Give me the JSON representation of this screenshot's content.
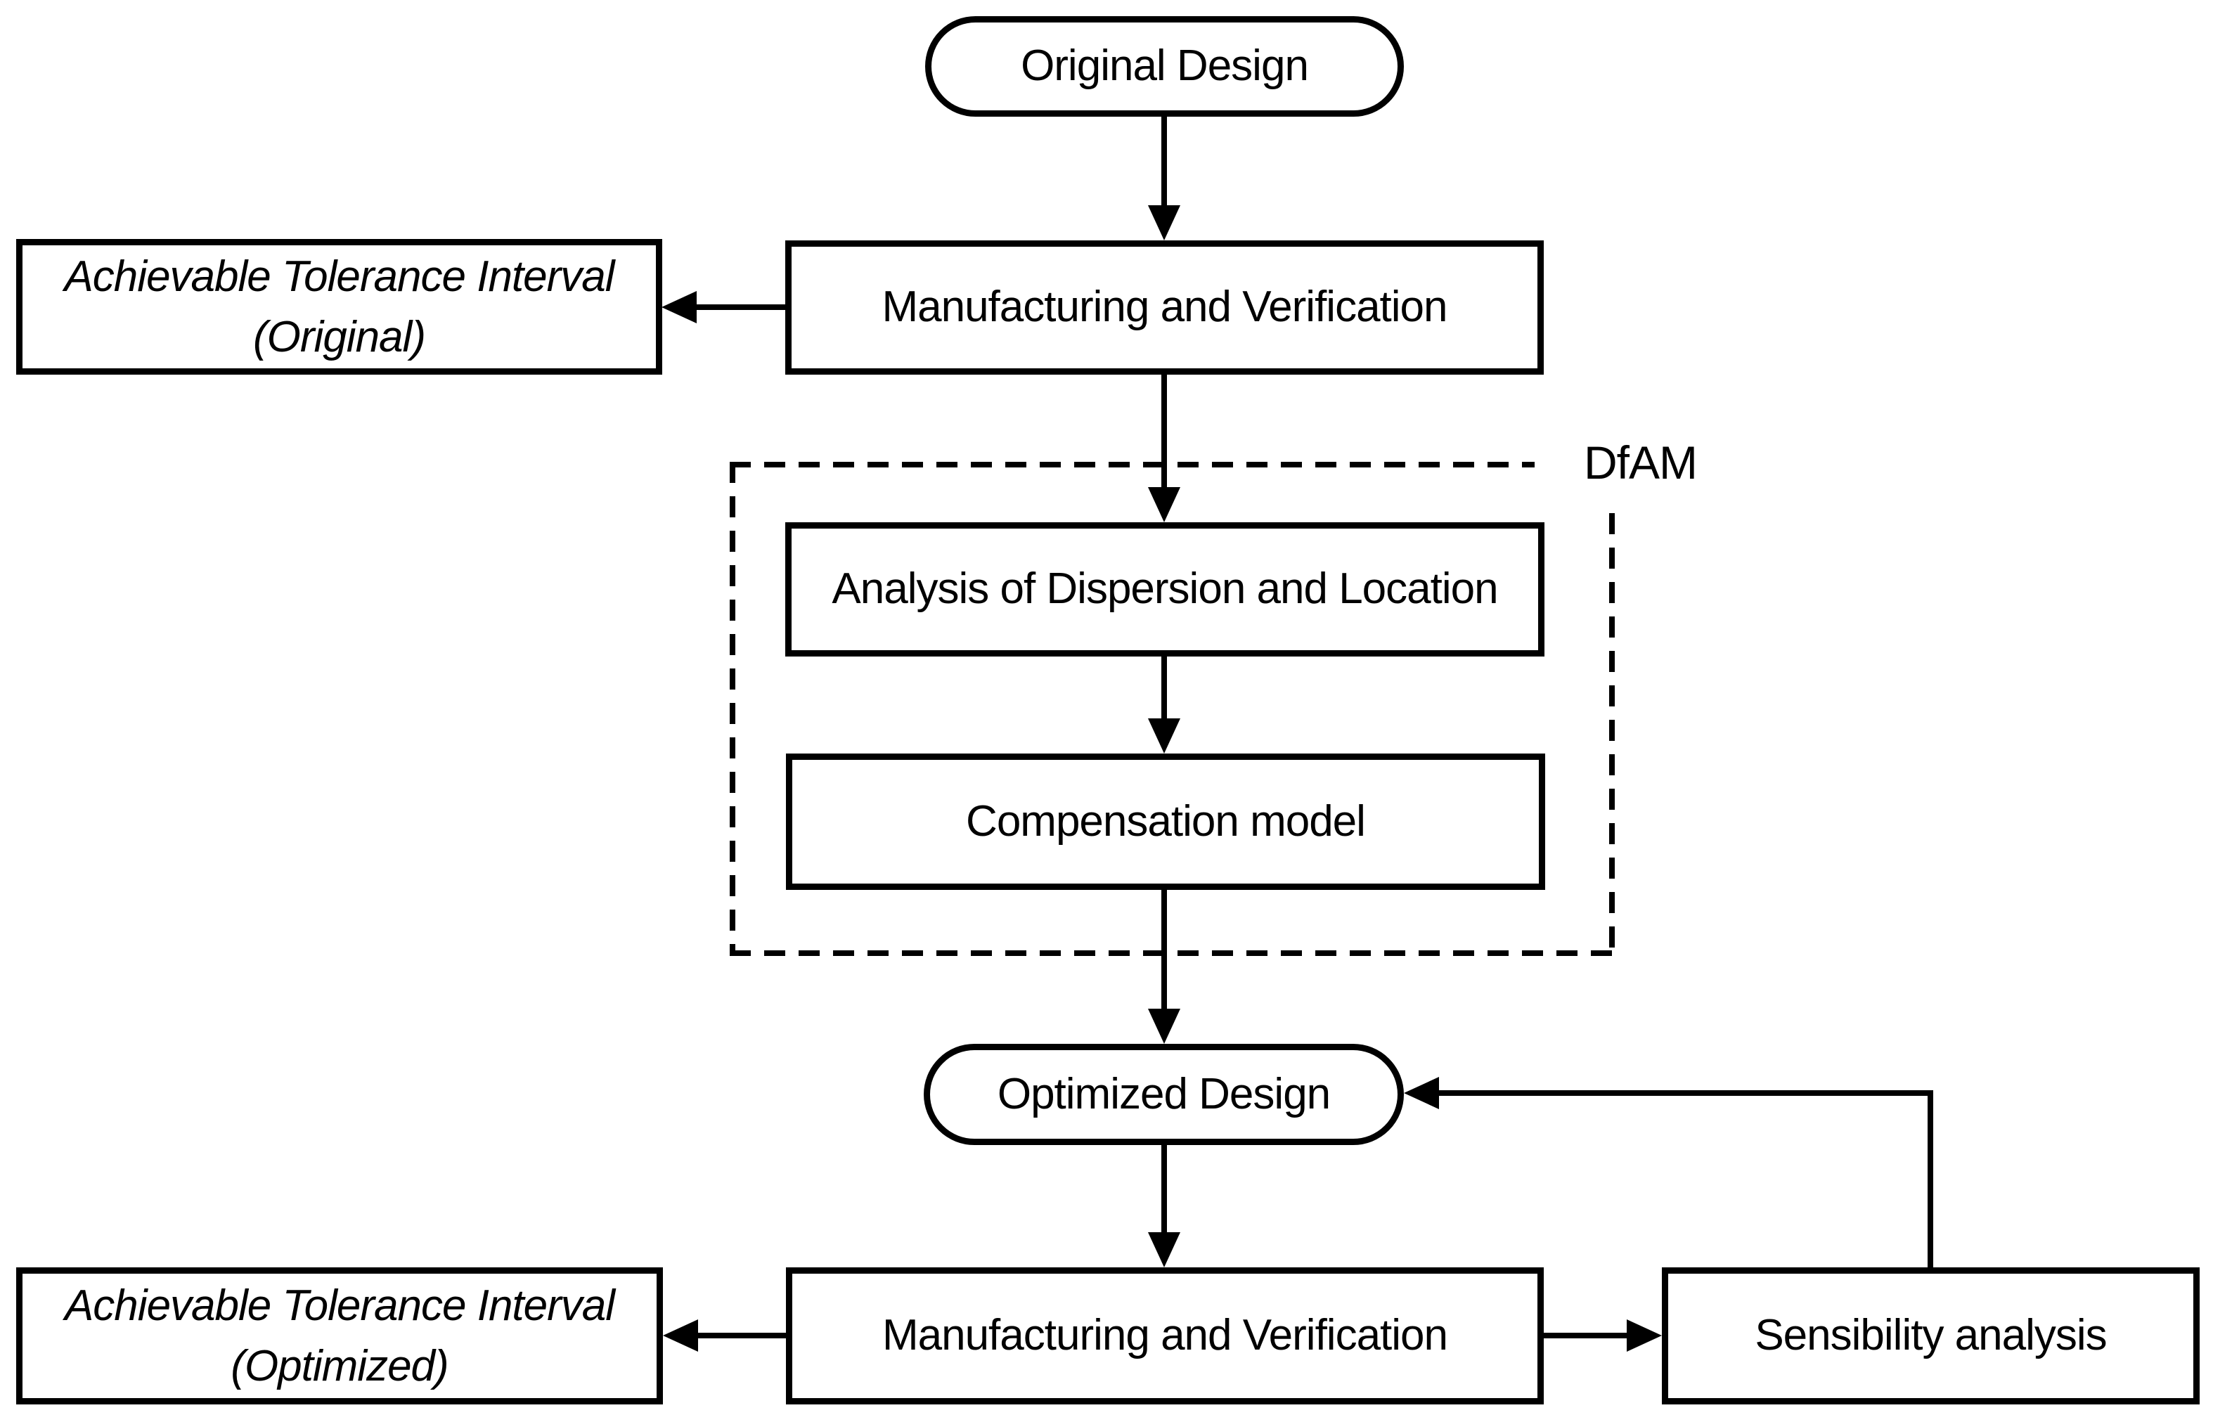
{
  "diagram": {
    "type": "flowchart",
    "background_color": "#ffffff",
    "stroke_color": "#000000",
    "nodes": {
      "original_design": {
        "shape": "stadium",
        "label": "Original Design"
      },
      "manufacturing_verification_top": {
        "shape": "rect",
        "label": "Manufacturing and Verification"
      },
      "achievable_tolerance_original": {
        "shape": "rect",
        "style": "italic",
        "label_line1": "Achievable Tolerance Interval",
        "label_line2": "(Original)"
      },
      "dfam_group": {
        "shape": "dashed-rect",
        "label": "DfAM"
      },
      "analysis_dispersion_location": {
        "shape": "rect",
        "label": "Analysis of Dispersion and Location"
      },
      "compensation_model": {
        "shape": "rect",
        "label": "Compensation model"
      },
      "optimized_design": {
        "shape": "stadium",
        "label": "Optimized Design"
      },
      "manufacturing_verification_bottom": {
        "shape": "rect",
        "label": "Manufacturing and Verification"
      },
      "achievable_tolerance_optimized": {
        "shape": "rect",
        "style": "italic",
        "label_line1": "Achievable Tolerance Interval",
        "label_line2": "(Optimized)"
      },
      "sensibility_analysis": {
        "shape": "rect",
        "label": "Sensibility analysis"
      }
    },
    "edges": [
      {
        "from": "original_design",
        "to": "manufacturing_verification_top",
        "direction": "down"
      },
      {
        "from": "manufacturing_verification_top",
        "to": "achievable_tolerance_original",
        "direction": "left"
      },
      {
        "from": "manufacturing_verification_top",
        "to": "analysis_dispersion_location",
        "direction": "down"
      },
      {
        "from": "analysis_dispersion_location",
        "to": "compensation_model",
        "direction": "down"
      },
      {
        "from": "compensation_model",
        "to": "optimized_design",
        "direction": "down"
      },
      {
        "from": "optimized_design",
        "to": "manufacturing_verification_bottom",
        "direction": "down"
      },
      {
        "from": "manufacturing_verification_bottom",
        "to": "achievable_tolerance_optimized",
        "direction": "left"
      },
      {
        "from": "manufacturing_verification_bottom",
        "to": "sensibility_analysis",
        "direction": "right"
      },
      {
        "from": "sensibility_analysis",
        "to": "optimized_design",
        "direction": "up-left-feedback"
      }
    ]
  }
}
